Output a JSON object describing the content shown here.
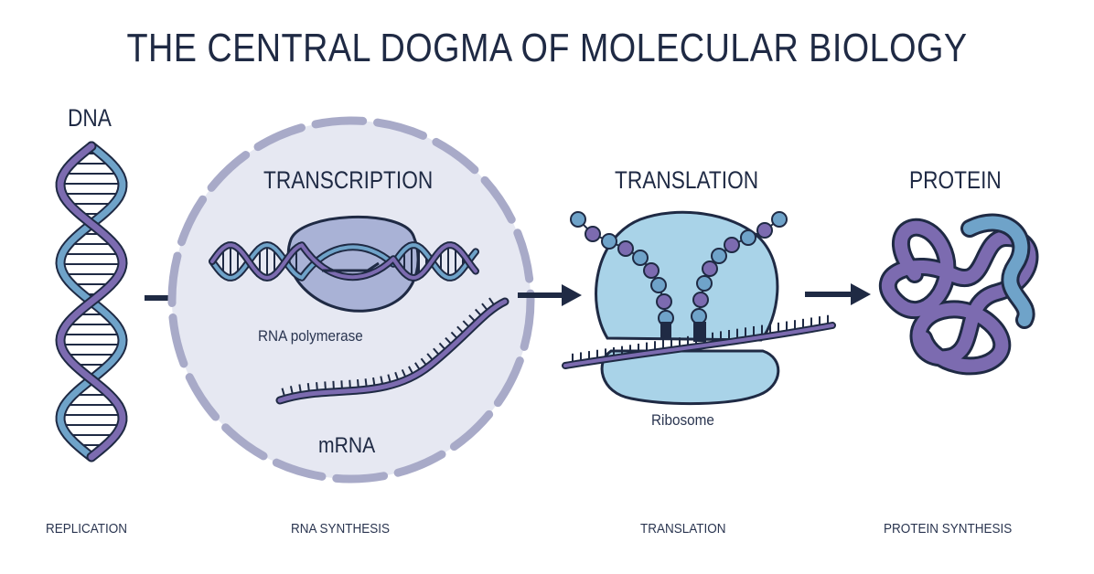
{
  "title": "THE CENTRAL DOGMA OF MOLECULAR BIOLOGY",
  "stages": {
    "dna": "DNA",
    "transcription": "TRANSCRIPTION",
    "translation": "TRANSLATION",
    "protein": "PROTEIN"
  },
  "parts": {
    "rna_polymerase": "RNA polymerase",
    "mrna": "mRNA",
    "ribosome": "Ribosome"
  },
  "bottom_labels": {
    "replication": "REPLICATION",
    "rna_synthesis": "RNA SYNTHESIS",
    "translation": "TRANSLATION",
    "protein_synthesis": "PROTEIN SYNTHESIS"
  },
  "colors": {
    "outline": "#1f2a44",
    "blue": "#6fa3c9",
    "purple": "#7c6bb0",
    "light_blue": "#a9d3e8",
    "nucleus_fill": "#e6e8f2",
    "nucleus_border": "#a8aac8"
  }
}
